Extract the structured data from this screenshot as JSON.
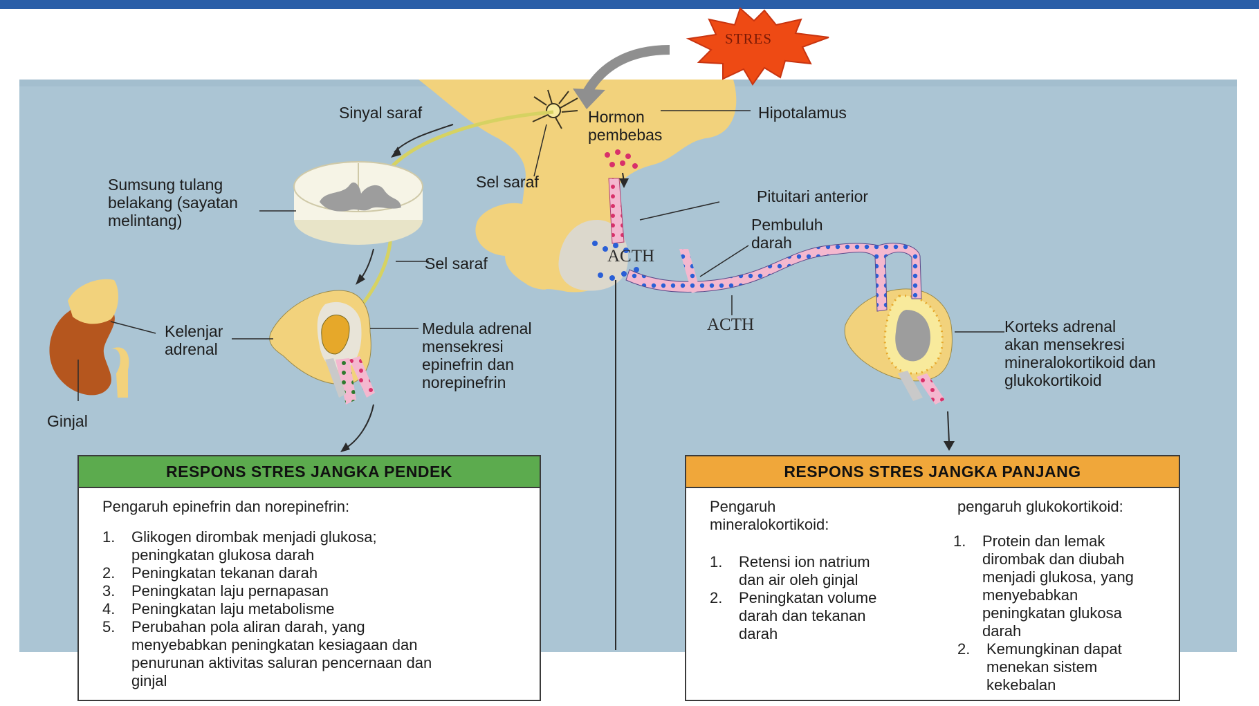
{
  "diagram": {
    "stres": "STRES",
    "labels": {
      "sinyal_saraf": "Sinyal saraf",
      "hormon_pembebas": "Hormon\npembebas",
      "hipotalamus": "Hipotalamus",
      "sumsung": "Sumsung tulang\nbelakang (sayatan\nmelintang)",
      "sel_saraf_top": "Sel saraf",
      "pituitari": "Pituitari anterior",
      "pembuluh_darah": "Pembuluh\ndarah",
      "acth_in_gland": "ACTH",
      "sel_saraf_mid": "Sel saraf",
      "acth_vessel": "ACTH",
      "kelenjar_adrenal": "Kelenjar\nadrenal",
      "medula_adrenal": "Medula adrenal\nmensekresi\nepinefrin dan\nnorepinefrin",
      "korteks_adrenal": "Korteks adrenal\nakan mensekresi\nmineralokortikoid dan\nglukokortikoid",
      "ginjal": "Ginjal"
    },
    "colors": {
      "background_panel": "#abc5d4",
      "brain_tissue": "#f2d27c",
      "short_term_header": "#5cab4e",
      "long_term_header": "#f0a73a",
      "stres_burst": "#ee4a14",
      "kidney": "#b5561e"
    }
  },
  "short_term": {
    "title": "RESPONS STRES JANGKA PENDEK",
    "subtitle": "Pengaruh epinefrin dan norepinefrin:",
    "items": [
      {
        "num": "1.",
        "text": "Glikogen dirombak menjadi glukosa;\npeningkatan glukosa darah"
      },
      {
        "num": "2.",
        "text": "Peningkatan tekanan darah"
      },
      {
        "num": "3.",
        "text": "Peningkatan laju pernapasan"
      },
      {
        "num": "4.",
        "text": "Peningkatan laju metabolisme"
      },
      {
        "num": "5.",
        "text": "Perubahan pola aliran darah, yang\nmenyebabkan peningkatan kesiagaan dan\npenurunan aktivitas saluran pencernaan dan\nginjal"
      }
    ]
  },
  "long_term": {
    "title": "RESPONS STRES JANGKA PANJANG",
    "mineral": {
      "subtitle": "Pengaruh\nmineralokortikoid:",
      "items": [
        {
          "num": "1.",
          "text": "Retensi ion natrium\ndan air oleh ginjal"
        },
        {
          "num": "2.",
          "text": "Peningkatan volume\ndarah dan tekanan\ndarah"
        }
      ]
    },
    "gluko": {
      "subtitle": "pengaruh glukokortikoid:",
      "items": [
        {
          "num": "1.",
          "text": "Protein dan lemak\ndirombak dan diubah\nmenjadi glukosa, yang\nmenyebabkan\npeningkatan glukosa\ndarah"
        },
        {
          "num": "2.",
          "text": "Kemungkinan dapat\nmenekan sistem\nkekebalan"
        }
      ]
    }
  }
}
